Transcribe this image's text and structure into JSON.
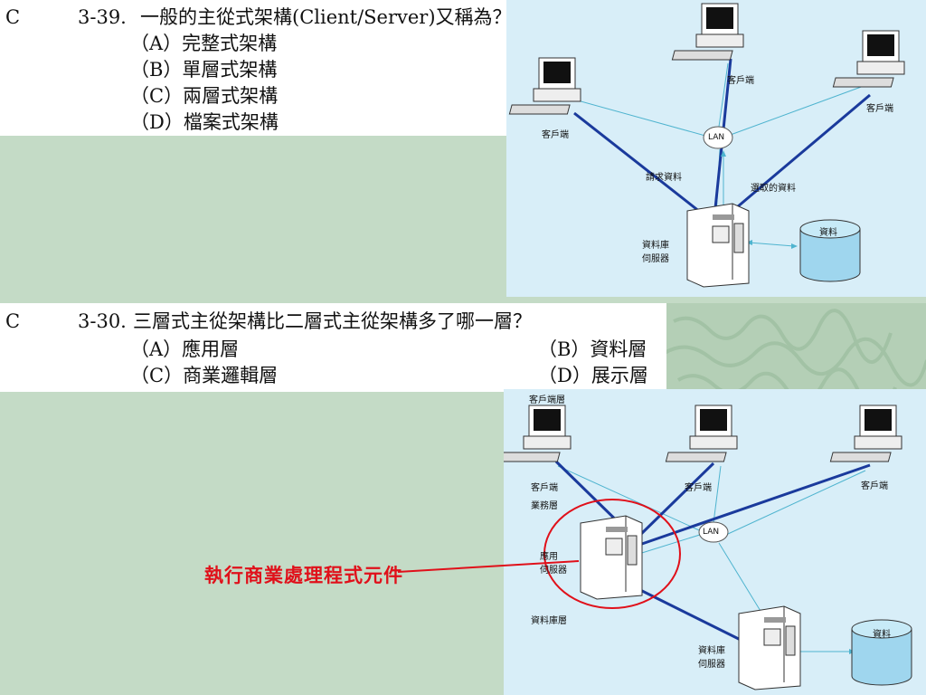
{
  "question1": {
    "answer": "C",
    "number": "3-39.",
    "stem": "一般的主從式架構(Client/Server)又稱為？",
    "options": [
      "（A）完整式架構",
      "（B）單層式架構",
      "（C）兩層式架構",
      "（D）檔案式架構"
    ]
  },
  "diagram1": {
    "client_left": "客戶端",
    "client_top": "客戶端",
    "client_right": "客戶端",
    "lan": "LAN",
    "request": "請求資料",
    "response": "選取的資料",
    "server_line1": "資料庫",
    "server_line2": "伺服器",
    "data": "資料"
  },
  "question2": {
    "answer": "C",
    "number": "3-30.",
    "stem": "三層式主從架構比二層式主從架構多了哪一層？",
    "option_a": "（A）應用層",
    "option_b": "（B）資料層",
    "option_c": "（C）商業邏輯層",
    "option_d": "（D）展示層"
  },
  "diagram2": {
    "client_tier": "客戶端層",
    "client_left": "客戶端",
    "client_mid": "客戶端",
    "client_right": "客戶端",
    "business_tier": "業務層",
    "app_server_line1": "應用",
    "app_server_line2": "伺服器",
    "lan": "LAN",
    "db_tier": "資料庫層",
    "db_server_line1": "資料庫",
    "db_server_line2": "伺服器",
    "data": "資料"
  },
  "annotation": "執行商業處理程式元件",
  "colors": {
    "highlight_red": "#e0101a",
    "link_blue": "#1a3a9c",
    "diagram_bg": "#d8eef8"
  }
}
